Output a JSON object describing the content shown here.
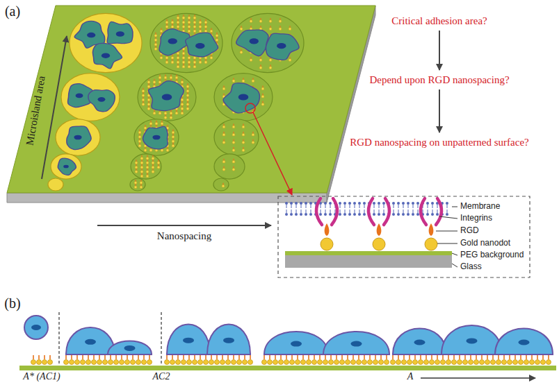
{
  "diagram": {
    "nodes": [
      {
        "text": [
          "Critical adhesion area?"
        ]
      },
      {
        "text": [
          "Depend upon RGD nanospacing?"
        ]
      },
      {
        "text": [
          "RGD nanospacing on unpatterned surface?"
        ]
      }
    ],
    "edges": [
      {
        "from": 0,
        "to": 1,
        "arrow": "to"
      },
      {
        "from": 1,
        "to": 2,
        "arrow": "to"
      }
    ],
    "labels": [
      "(a)",
      "Microisland area",
      "Nanospacing",
      "Membrane",
      "Integrins",
      "RGD",
      "Gold nanodot",
      "PEG background",
      "Glass",
      "(b)",
      "A* (AC1)",
      "AC2",
      "A"
    ]
  }
}
